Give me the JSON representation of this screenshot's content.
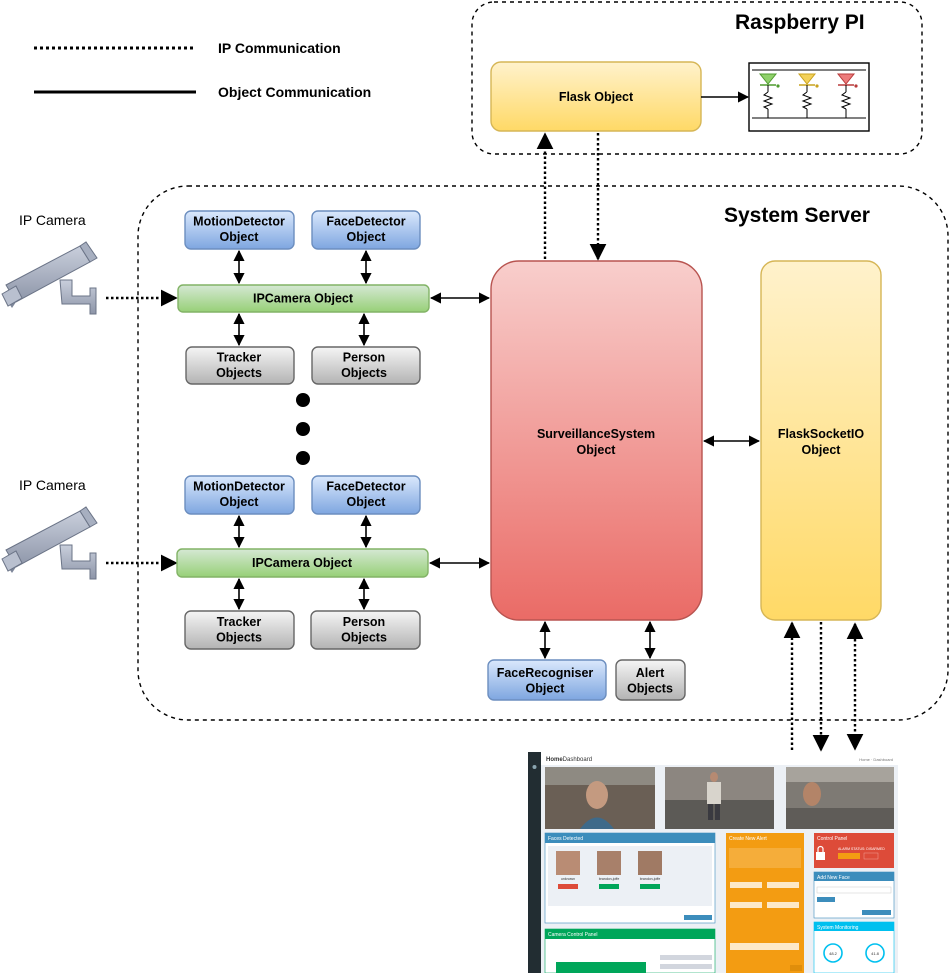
{
  "legend": {
    "ip_communication": "IP Communication",
    "object_communication": "Object Communication"
  },
  "regions": {
    "raspberry_pi": "Raspberry PI",
    "system_server": "System Server"
  },
  "cameras": {
    "camera_1": "IP Camera",
    "camera_2": "IP Camera"
  },
  "nodes": {
    "flask": "Flask Object",
    "motion_detector_1": [
      "MotionDetector",
      "Object"
    ],
    "face_detector_1": [
      "FaceDetector",
      "Object"
    ],
    "ipcamera_1": "IPCamera Object",
    "tracker_1": [
      "Tracker",
      "Objects"
    ],
    "person_1": [
      "Person",
      "Objects"
    ],
    "motion_detector_2": [
      "MotionDetector",
      "Object"
    ],
    "face_detector_2": [
      "FaceDetector",
      "Object"
    ],
    "ipcamera_2": "IPCamera Object",
    "tracker_2": [
      "Tracker",
      "Objects"
    ],
    "person_2": [
      "Person",
      "Objects"
    ],
    "surveillance": [
      "SurveillanceSystem",
      "Object"
    ],
    "flask_socketio": [
      "FlaskSocketIO",
      "Object"
    ],
    "face_recogniser": [
      "FaceRecogniser",
      "Object"
    ],
    "alert": [
      "Alert",
      "Objects"
    ]
  },
  "dashboard": {
    "brand_bold": "Home",
    "brand_light": "Dashboard",
    "breadcrumb": "Home · Dashboard",
    "panels": {
      "faces_detected": "Faces Detected",
      "camera_control": "Camera Control Panel",
      "create_new_alert": "Create New Alert",
      "control_panel": "Control Panel",
      "add_new_face": "Add New Face",
      "system_monitoring": "System Monitoring"
    },
    "faces": [
      "unknown",
      "brandon-joffe",
      "brandon-joffe"
    ],
    "alarm_status": "ALARM STATUS: DISARMED",
    "monitor_values": [
      "48.2",
      "41.8"
    ]
  },
  "colors": {
    "blue_box": "#7ea6e0",
    "green_box": "#97d077",
    "grey_box": "#c6c6c6",
    "red_box": "#e05a5a",
    "yellow_box": "#ffd966"
  }
}
